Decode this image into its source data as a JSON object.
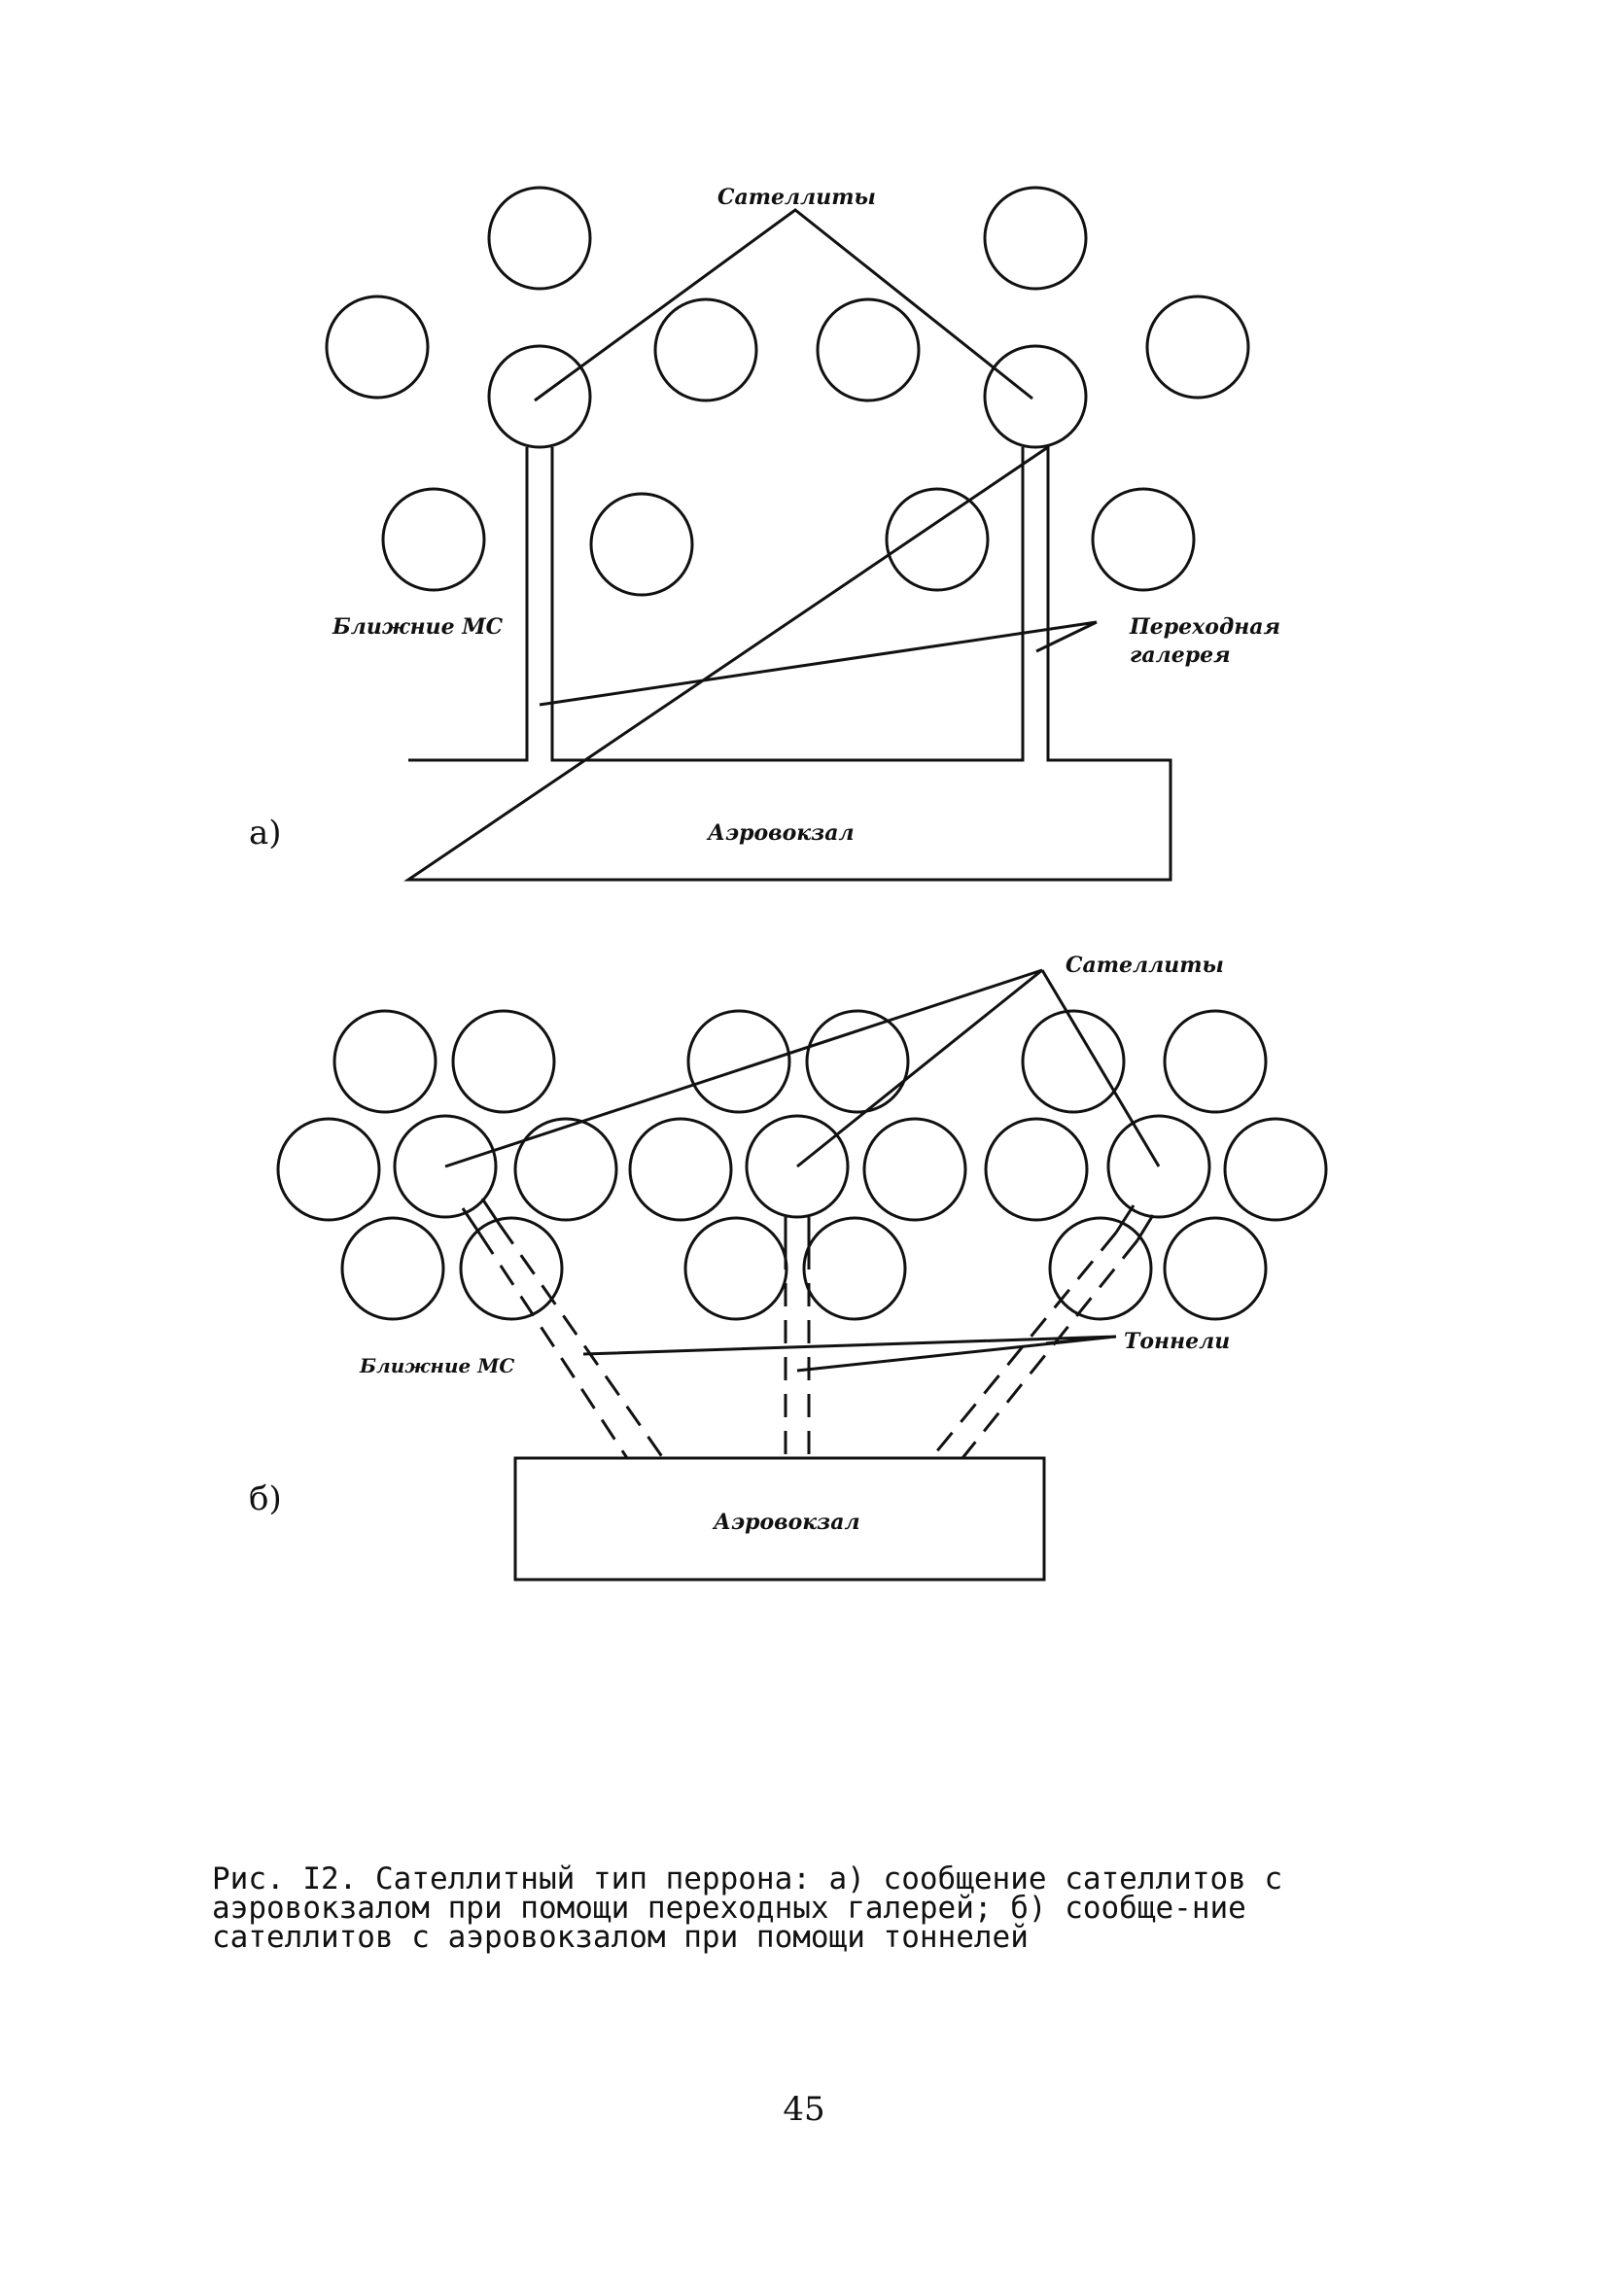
{
  "figure_a": {
    "panel_label": "а)",
    "satellites_label": "Сателлиты",
    "near_stands_label": "Ближние МС",
    "gallery_label_line1": "Переходная",
    "gallery_label_line2": "галерея",
    "terminal_label": "Аэровокзал"
  },
  "figure_b": {
    "panel_label": "б)",
    "satellites_label": "Сателлиты",
    "near_stands_label": "Ближние МС",
    "tunnels_label": "Тоннели",
    "terminal_label": "Аэровокзал"
  },
  "caption": {
    "text": "Рис. I2. Сателлитный тип перрона: а) сообщение сателлитов с аэровокзалом при помощи переходных галерей; б) сообще-ние сателлитов с аэровокзалом при помощи тоннелей"
  },
  "page_number": "45"
}
